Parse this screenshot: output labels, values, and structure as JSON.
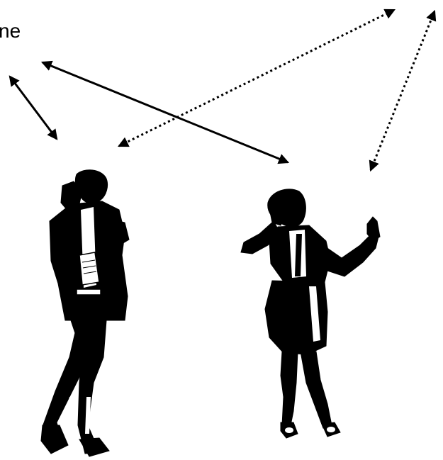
{
  "diagram": {
    "label": "ne",
    "ink_color": "#000000",
    "background_color": "#ffffff",
    "figures": [
      {
        "name": "man-with-phone",
        "icon": "person-phone-icon"
      },
      {
        "name": "woman-with-phone",
        "icon": "person-phone-icon"
      }
    ],
    "connections": [
      {
        "name": "solid-short",
        "style": "solid",
        "heads": "both"
      },
      {
        "name": "solid-long",
        "style": "solid",
        "heads": "both"
      },
      {
        "name": "dotted-left",
        "style": "dotted",
        "heads": "both"
      },
      {
        "name": "dotted-right",
        "style": "dotted",
        "heads": "both"
      }
    ]
  }
}
